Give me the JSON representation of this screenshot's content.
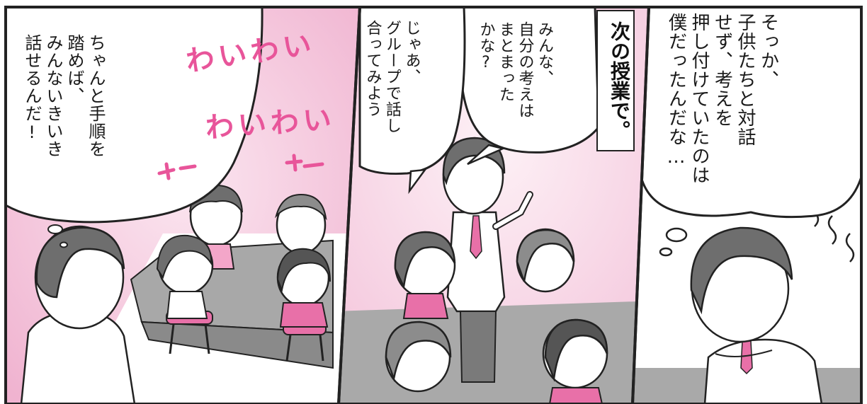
{
  "panels": [
    {
      "id": "left",
      "speech": "ちゃんと手順を\n踏めば、\nみんないきいき\n話せるんだ!",
      "sound_effects": [
        "わいわい",
        "わいわい"
      ]
    },
    {
      "id": "middle",
      "caption": "次の授業で。",
      "speech_top": "みんな、\n自分の考えは\nまとまった\nかな?",
      "speech_bottom": "じゃあ、\nグループで話し\n合ってみよう"
    },
    {
      "id": "right",
      "thought": "そっか、\n子供たちと対話\nせず、考えを\n押し付けていたのは\n僕だったんだな…"
    }
  ],
  "colors": {
    "pink_bg": "#f4c6dd",
    "pink_light": "#fbe6f0",
    "hot_pink": "#e8559a",
    "gray": "#b3b3b3",
    "dark_gray": "#6e6e6e",
    "outline": "#222222"
  }
}
